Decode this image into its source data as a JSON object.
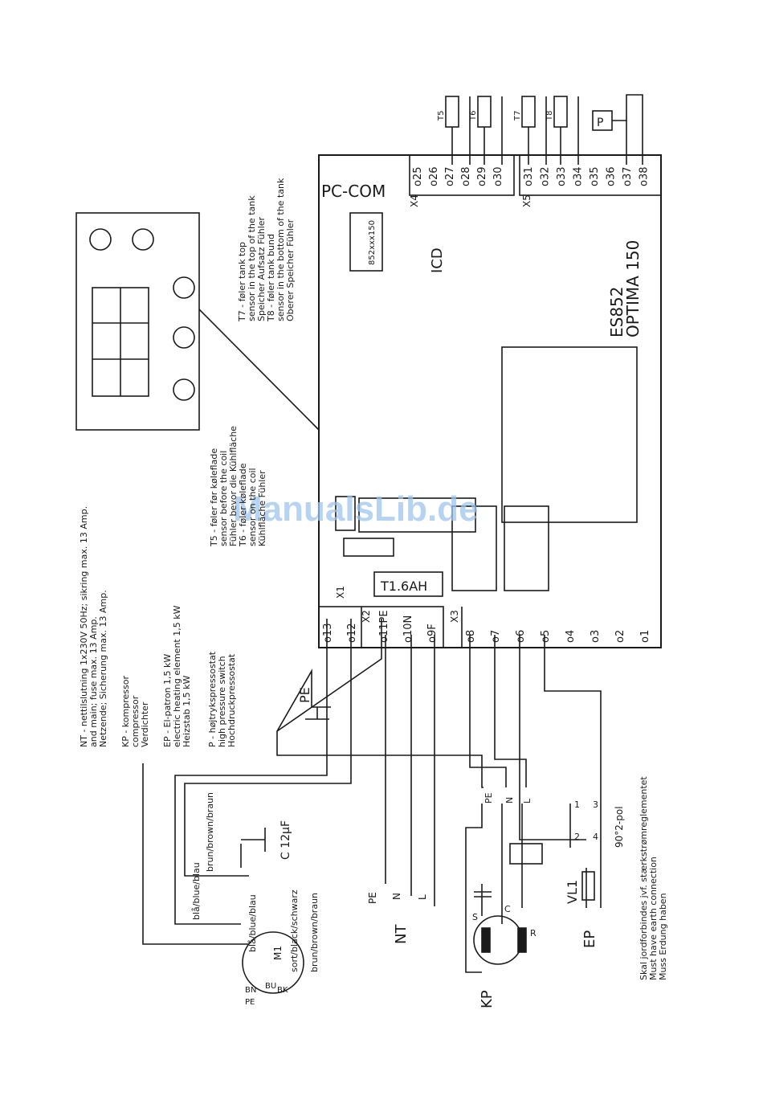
{
  "watermark": "ManualsLib.de",
  "controller": {
    "model": "ES852",
    "name": "OPTIMA 150",
    "pc_com": "PC-COM",
    "chip": "852xxx150",
    "icd": "ICD",
    "fuse": "T1.6AH"
  },
  "terminal_blocks": {
    "x1": {
      "label": "X1",
      "terminals": [
        "13",
        "12"
      ]
    },
    "x2": {
      "label": "X2",
      "terminals": [
        "11PE",
        "10N",
        "9F"
      ]
    },
    "x3": {
      "label": "X3",
      "terminals": [
        "8",
        "7",
        "6",
        "5",
        "4",
        "3",
        "2",
        "1"
      ]
    },
    "x4": {
      "label": "X4",
      "terminals": [
        "25",
        "26",
        "27",
        "28",
        "29",
        "30"
      ]
    },
    "x5": {
      "label": "X5",
      "terminals": [
        "31",
        "32",
        "33",
        "34",
        "35",
        "36",
        "37",
        "38"
      ]
    }
  },
  "sensors": {
    "t5": "T5",
    "t6": "T6",
    "t7": "T7",
    "t8": "T8",
    "pressostat": "P"
  },
  "labels": {
    "pe": "PE",
    "nt": "NT",
    "kp": "KP",
    "ep": "EP",
    "vl1": "VL1",
    "capacitor": "C 12µF",
    "m1": "M1",
    "nt_lines": [
      "PE",
      "N",
      "L"
    ],
    "kp_terminals": [
      "S",
      "C",
      "R"
    ],
    "pe_n_l": [
      "PE",
      "N",
      "L"
    ],
    "relay_numbers": [
      "1",
      "3",
      "2",
      "4"
    ],
    "relay_type": "90°2-pol",
    "motor_pins": [
      "PE",
      "BU",
      "BN",
      "BK"
    ],
    "wire_colors": [
      "brun/brown/braun",
      "blå/blue/blau",
      "blå/blue/blau",
      "sort/black/schwarz",
      "brun/brown/braun"
    ]
  },
  "legend": {
    "nt": [
      "NT - nettilslutning 1x230V 50Hz; sikring max. 13 Amp.",
      "and main; fuse max. 13 Amp.",
      "Netzende; Sicherung max. 13 Amp."
    ],
    "kp": [
      "KP - kompressor",
      "compressor",
      "Verdichter"
    ],
    "ep": [
      "EP - El-patron 1,5 kW",
      "electric heating element 1,5 kW",
      "Heizstab 1,5 kW"
    ],
    "p": [
      "P - højtrykspressostat",
      "high pressure switch",
      "Hochdruckpressostat"
    ],
    "t5t6": [
      "T5 - føler før køleflade",
      "sensor before the coil",
      "Fühler bevor die Kühlfläche",
      "T6 - føler køleflade",
      "sensor on the coil",
      "Kühlfläche Fühler"
    ],
    "t7t8": [
      "T7 - føler tank top",
      "sensor in the top of the tank",
      "Speicher Aufsatz Fühler",
      "T8 - føler tank bund",
      "sensor in the bottom of the tank",
      "Oberer Speicher Fühler"
    ],
    "earth": [
      "Skal jordforbindes jvf. stærkstrømreglementet",
      "Must have earth connection",
      "Muss Erdung haben"
    ]
  },
  "colors": {
    "line": "#1a1a1a",
    "watermark": "#9fc4ee"
  }
}
